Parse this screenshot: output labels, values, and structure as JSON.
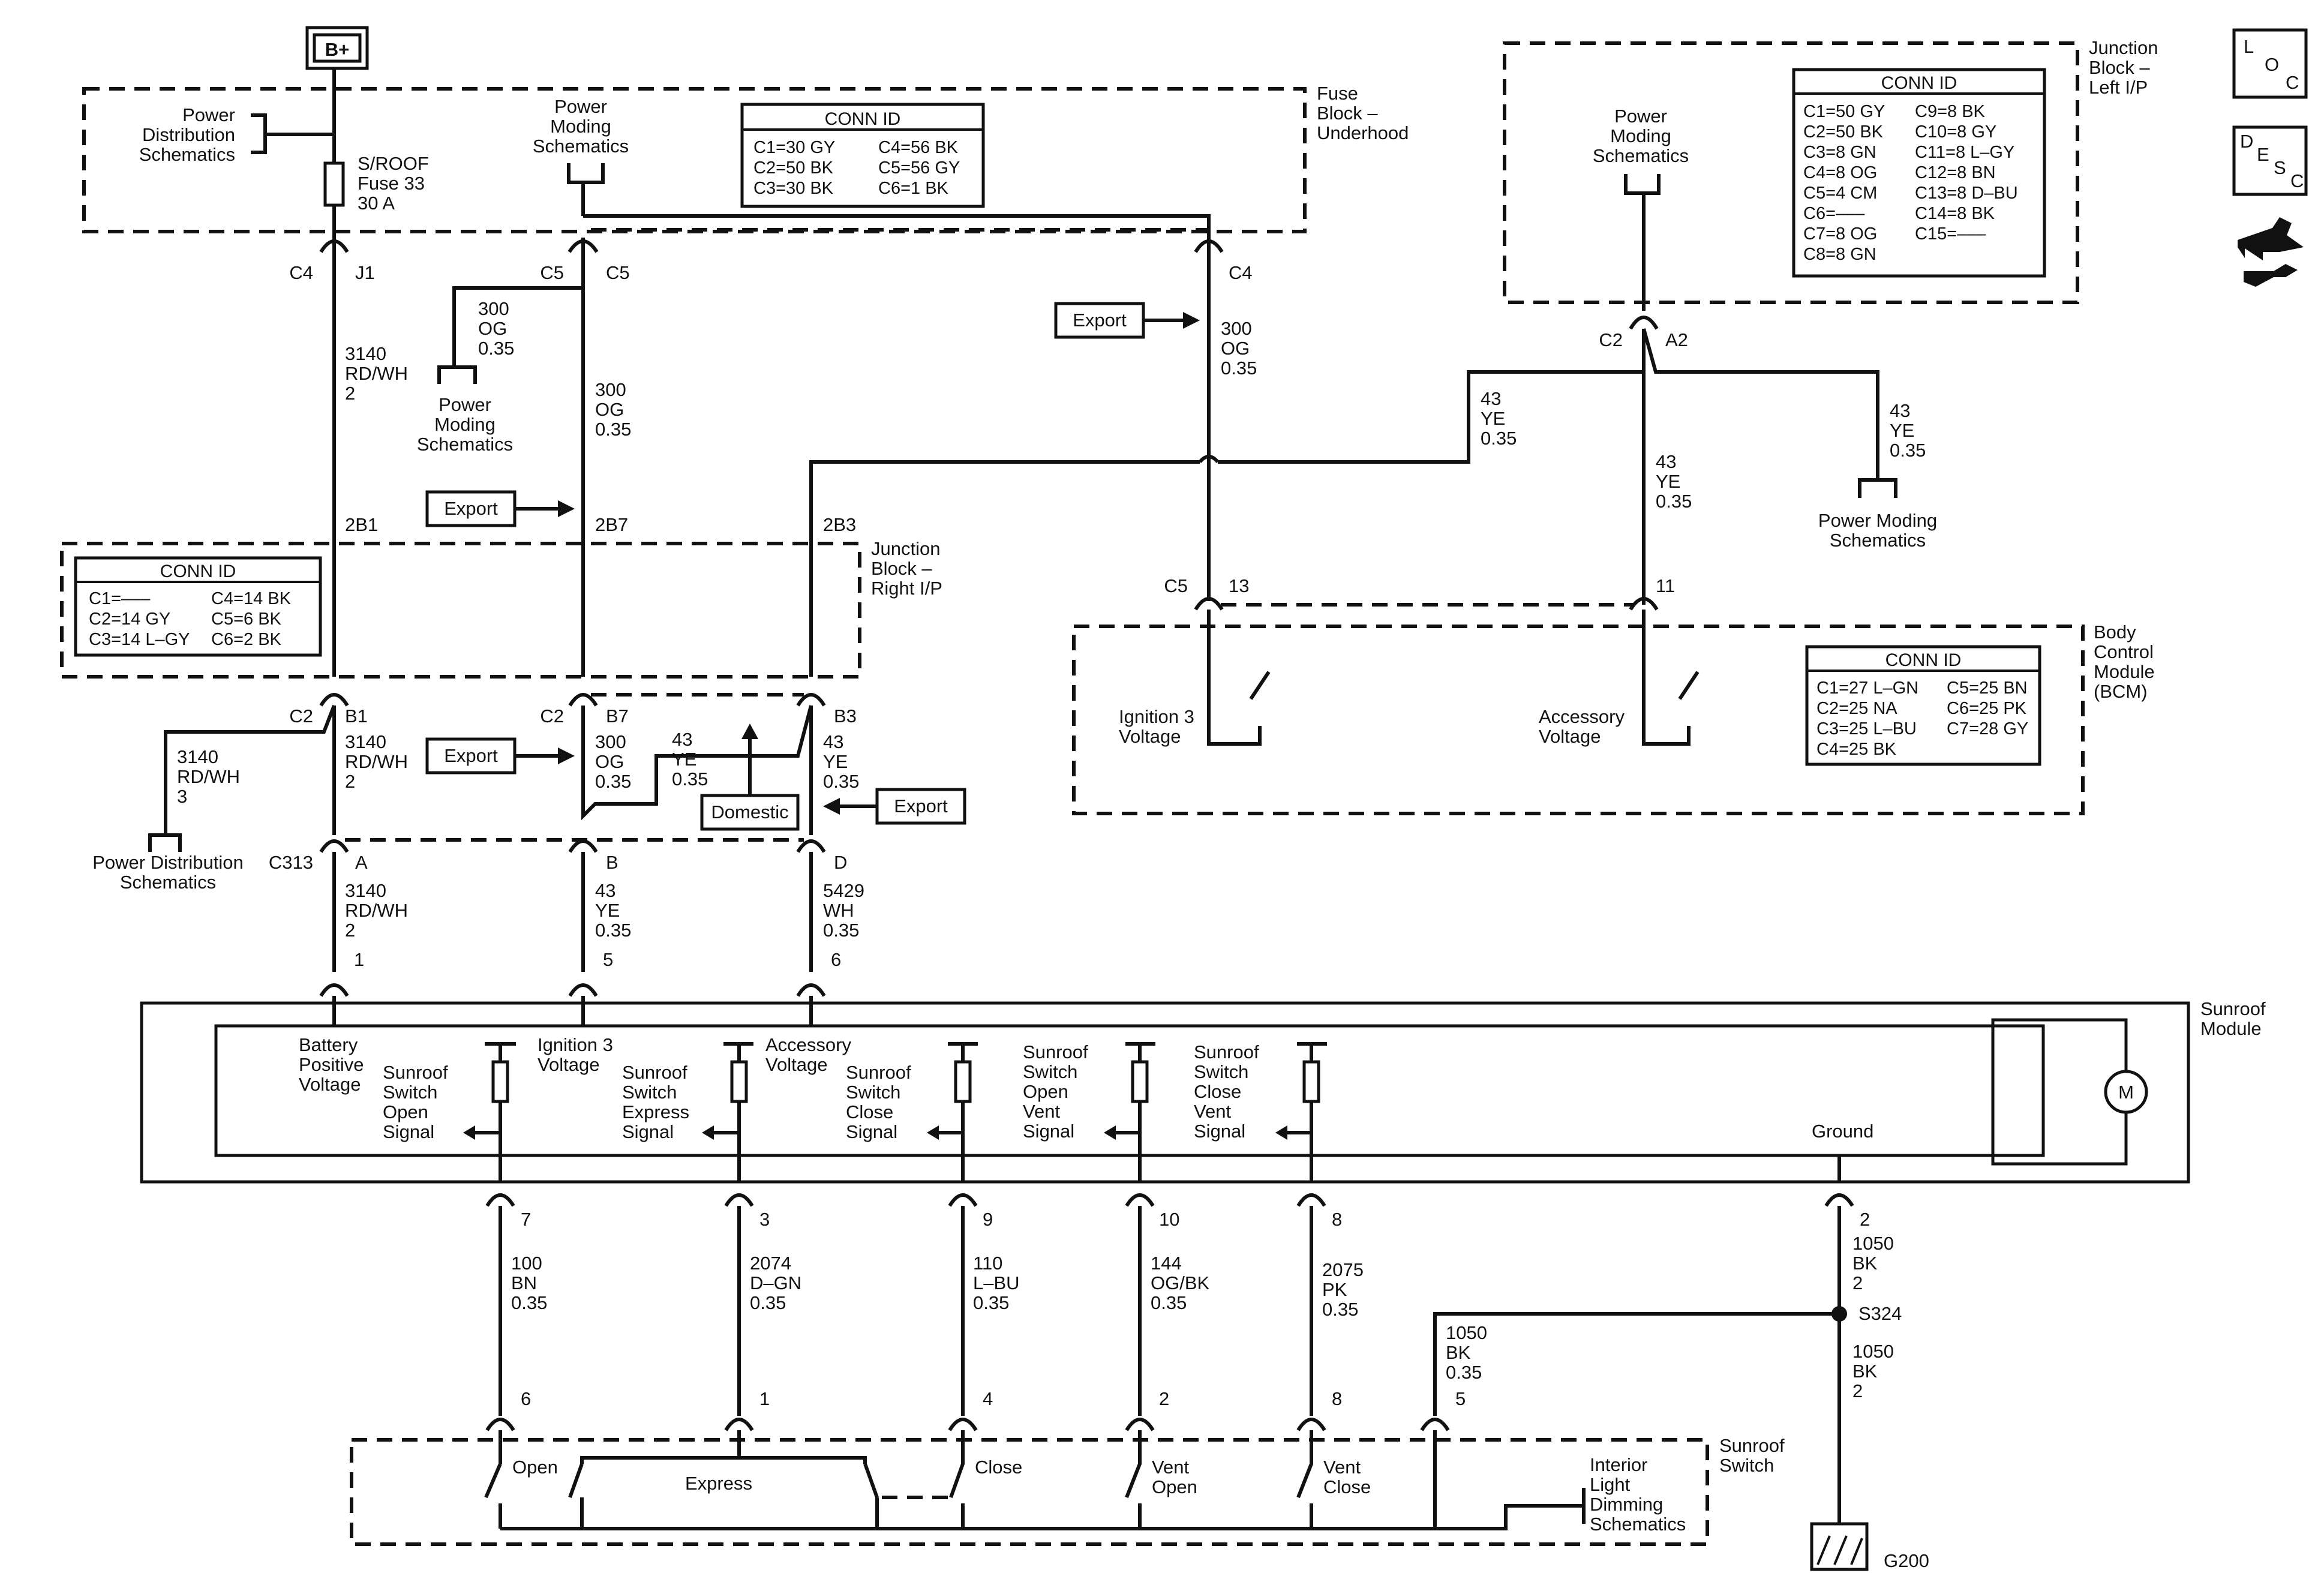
{
  "battery": "B+",
  "fuse_block_underhood": {
    "title_line1": "Fuse",
    "title_line2": "Block –",
    "title_line3": "Underhood",
    "power_distribution": [
      "Power",
      "Distribution",
      "Schematics"
    ],
    "power_moding": [
      "Power",
      "Moding",
      "Schematics"
    ],
    "fuse": [
      "S/ROOF",
      "Fuse 33",
      "30 A"
    ],
    "conn_title": "CONN ID",
    "conn_rows": [
      [
        "C1=30 GY",
        "C4=56 BK"
      ],
      [
        "C2=50 BK",
        "C5=56 GY"
      ],
      [
        "C3=30 BK",
        "C6=1 BK"
      ]
    ]
  },
  "jb_left": {
    "title_line1": "Junction",
    "title_line2": "Block –",
    "title_line3": "Left I/P",
    "power_moding": [
      "Power",
      "Moding",
      "Schematics"
    ],
    "conn_title": "CONN ID",
    "conn_rows": [
      [
        "C1=50 GY",
        "C9=8 BK"
      ],
      [
        "C2=50 BK",
        "C10=8 GY"
      ],
      [
        "C3=8 GN",
        "C11=8 L–GY"
      ],
      [
        "C4=8 OG",
        "C12=8 BN"
      ],
      [
        "C5=4 CM",
        "C13=8 D–BU"
      ],
      [
        "C6=–––",
        "C14=8 BK"
      ],
      [
        "C7=8 OG",
        "C15=–––"
      ],
      [
        "C8=8 GN",
        ""
      ]
    ],
    "c2": "C2",
    "a2": "A2"
  },
  "icons": {
    "loc": [
      "L",
      "O",
      "C"
    ],
    "desc": [
      "D",
      "E",
      "S",
      "C"
    ]
  },
  "connectors": {
    "c4": "C4",
    "j1": "J1",
    "c5a": "C5",
    "c5b": "C5",
    "c4b": "C4",
    "b1": "2B1",
    "b7": "2B7",
    "b3": "2B3",
    "c2a": "C2",
    "pinb1": "B1",
    "c2b": "C2",
    "pinb7": "B7",
    "pinb3": "B3",
    "c313": "C313",
    "pa": "A",
    "pb": "B",
    "pd": "D",
    "p1": "1",
    "p5": "5",
    "p6": "6",
    "bcm_c5": "C5",
    "bcm_13": "13",
    "bcm_11": "11"
  },
  "wires": {
    "w1": [
      "3140",
      "RD/WH",
      "2"
    ],
    "w2": [
      "300",
      "OG",
      "0.35"
    ],
    "w3": [
      "300",
      "OG",
      "0.35"
    ],
    "w4": [
      "300",
      "OG",
      "0.35"
    ],
    "w5": [
      "43",
      "YE",
      "0.35"
    ],
    "w6": [
      "43",
      "YE",
      "0.35"
    ],
    "w7": [
      "43",
      "YE",
      "0.35"
    ],
    "w8": [
      "3140",
      "RD/WH",
      "3"
    ],
    "w9": [
      "3140",
      "RD/WH",
      "2"
    ],
    "w10": [
      "300",
      "OG",
      "0.35"
    ],
    "w11": [
      "43",
      "YE",
      "0.35"
    ],
    "w12": [
      "43",
      "YE",
      "0.35"
    ],
    "w13": [
      "3140",
      "RD/WH",
      "2"
    ],
    "w14": [
      "43",
      "YE",
      "0.35"
    ],
    "w15": [
      "5429",
      "WH",
      "0.35"
    ]
  },
  "power_moding_left": [
    "Power",
    "Moding",
    "Schematics"
  ],
  "power_moding_right": [
    "Power Moding",
    "Schematics"
  ],
  "power_distribution_left": [
    "Power Distribution",
    "Schematics"
  ],
  "export": "Export",
  "domestic": "Domestic",
  "jb_right": {
    "title_line1": "Junction",
    "title_line2": "Block –",
    "title_line3": "Right I/P",
    "conn_title": "CONN ID",
    "conn_rows": [
      [
        "C1=–––",
        "C4=14 BK"
      ],
      [
        "C2=14 GY",
        "C5=6 BK"
      ],
      [
        "C3=14 L–GY",
        "C6=2 BK"
      ]
    ]
  },
  "bcm": {
    "title_line1": "Body",
    "title_line2": "Control",
    "title_line3": "Module",
    "title_line4": "(BCM)",
    "ignition": [
      "Ignition 3",
      "Voltage"
    ],
    "accessory": [
      "Accessory",
      "Voltage"
    ],
    "conn_title": "CONN ID",
    "conn_rows": [
      [
        "C1=27 L–GN",
        "C5=25 BN"
      ],
      [
        "C2=25 NA",
        "C6=25 PK"
      ],
      [
        "C3=25 L–BU",
        "C7=28 GY"
      ],
      [
        "C4=25 BK",
        ""
      ]
    ]
  },
  "sunroof_module": {
    "title": [
      "Sunroof",
      "Module"
    ],
    "battery": [
      "Battery",
      "Positive",
      "Voltage"
    ],
    "ignition": [
      "Ignition 3",
      "Voltage"
    ],
    "accessory": [
      "Accessory",
      "Voltage"
    ],
    "open_signal": [
      "Sunroof",
      "Switch",
      "Open",
      "Signal"
    ],
    "express_signal": [
      "Sunroof",
      "Switch",
      "Express",
      "Signal"
    ],
    "close_signal": [
      "Sunroof",
      "Switch",
      "Close",
      "Signal"
    ],
    "open_vent": [
      "Sunroof",
      "Switch",
      "Open",
      "Vent",
      "Signal"
    ],
    "close_vent": [
      "Sunroof",
      "Switch",
      "Close",
      "Vent",
      "Signal"
    ],
    "ground": "Ground",
    "motor": "M"
  },
  "bottom_pins_top": [
    "7",
    "3",
    "9",
    "10",
    "8",
    "2"
  ],
  "bottom_wires": {
    "b1": [
      "100",
      "BN",
      "0.35"
    ],
    "b2": [
      "2074",
      "D–GN",
      "0.35"
    ],
    "b3": [
      "110",
      "L–BU",
      "0.35"
    ],
    "b4": [
      "144",
      "OG/BK",
      "0.35"
    ],
    "b5": [
      "2075",
      "PK",
      "0.35"
    ],
    "g1": [
      "1050",
      "BK",
      "2"
    ],
    "g2": [
      "1050",
      "BK",
      "2"
    ],
    "g3": [
      "1050",
      "BK",
      "0.35"
    ]
  },
  "splice": "S324",
  "bottom_pins_bottom": [
    "6",
    "1",
    "4",
    "2",
    "8",
    "5"
  ],
  "sunroof_switch": {
    "title": [
      "Sunroof",
      "Switch"
    ],
    "open": "Open",
    "express": "Express",
    "close": "Close",
    "vent_open": [
      "Vent",
      "Open"
    ],
    "vent_close": [
      "Vent",
      "Close"
    ],
    "interior": [
      "Interior",
      "Light",
      "Dimming",
      "Schematics"
    ]
  },
  "ground_id": "G200"
}
